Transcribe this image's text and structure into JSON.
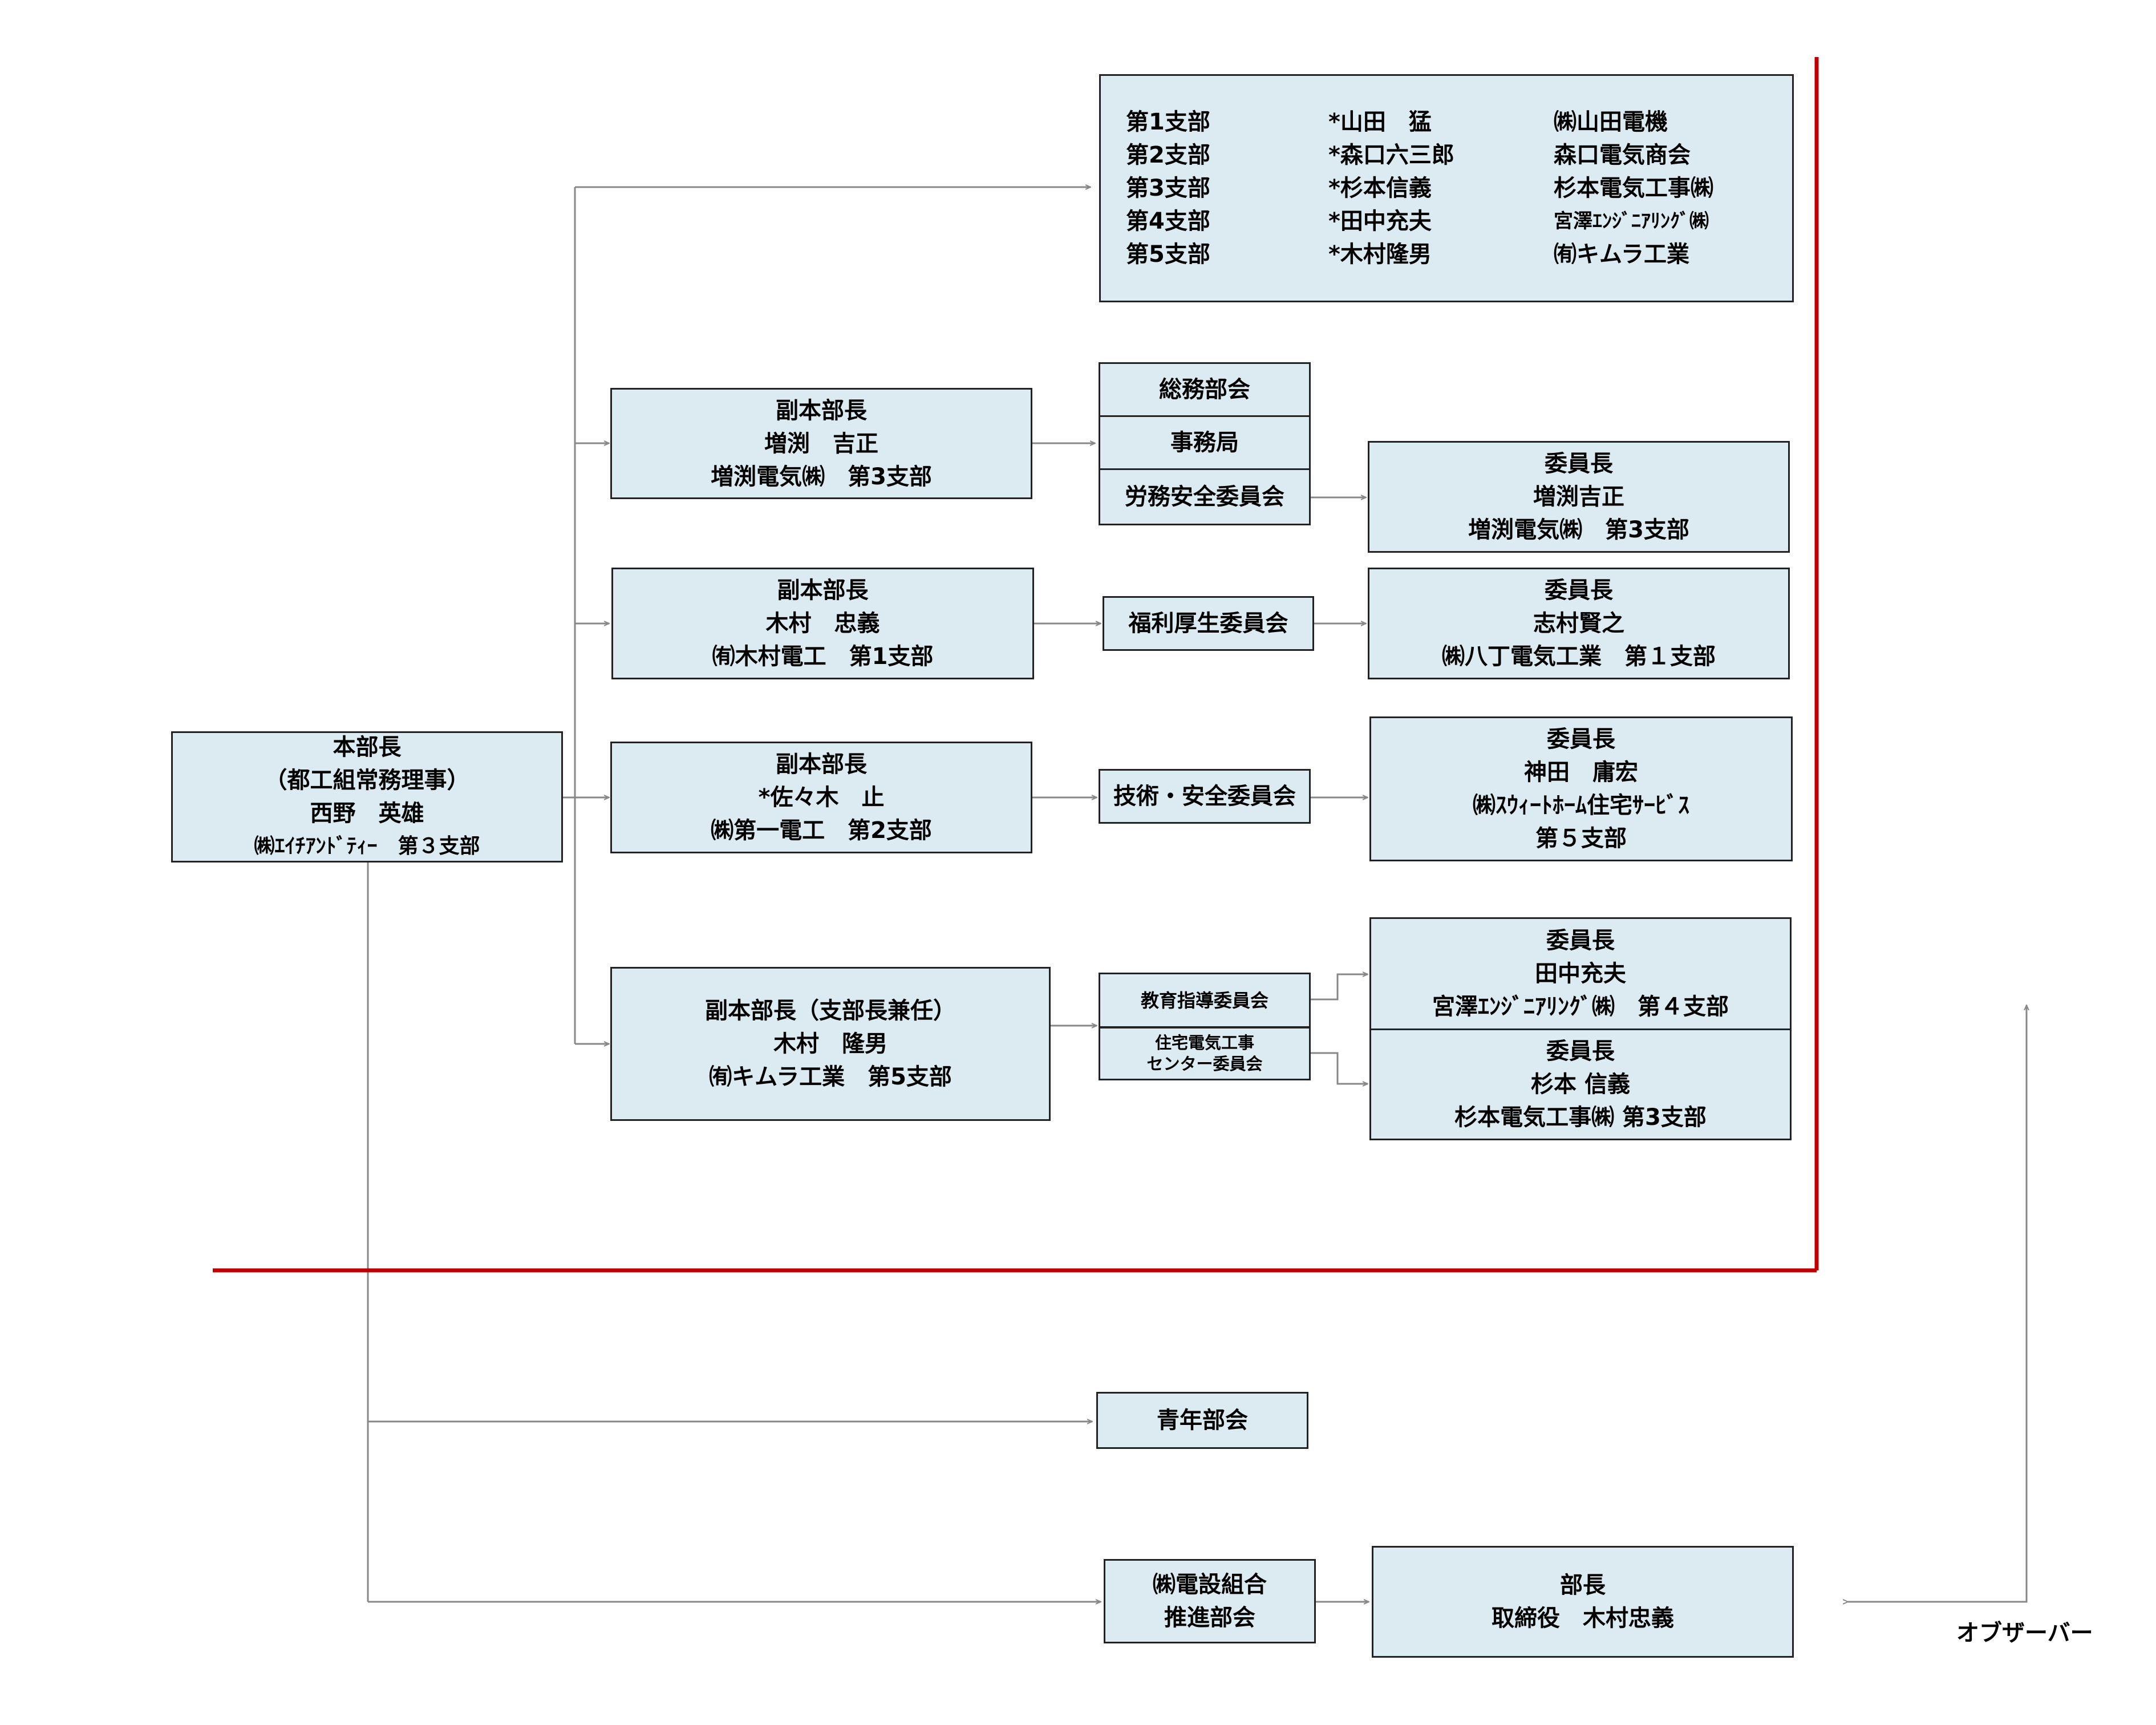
{
  "colors": {
    "box_fill": "#dcebf2",
    "box_border": "#222222",
    "connector": "#888888",
    "boundary": "#c00000"
  },
  "branches": {
    "rows": [
      {
        "branch": "第1支部",
        "leader": "*山田　猛",
        "company": "㈱山田電機"
      },
      {
        "branch": "第2支部",
        "leader": "*森口六三郎",
        "company": "森口電気商会"
      },
      {
        "branch": "第3支部",
        "leader": "*杉本信義",
        "company": "杉本電気工事㈱"
      },
      {
        "branch": "第4支部",
        "leader": "*田中充夫",
        "company": "宮澤ｴﾝｼﾞﾆｱﾘﾝｸﾞ㈱"
      },
      {
        "branch": "第5支部",
        "leader": "*木村隆男",
        "company": "㈲キムラ工業"
      }
    ]
  },
  "head": {
    "lines": [
      "本部長",
      "（都工組常務理事）",
      "西野　英雄",
      "㈱ｴｲﾁｱﾝﾄﾞﾃｨｰ　第３支部"
    ]
  },
  "vice_heads": [
    {
      "lines": [
        "副本部長",
        "増渕　吉正",
        "増渕電気㈱　第3支部"
      ]
    },
    {
      "lines": [
        "副本部長",
        "木村　忠義",
        "㈲木村電工　第1支部"
      ]
    },
    {
      "lines": [
        "副本部長",
        "*佐々木　止",
        "㈱第一電工　第2支部"
      ]
    },
    {
      "lines": [
        "副本部長（支部長兼任）",
        "木村　隆男",
        "㈲キムラ工業　第5支部"
      ]
    }
  ],
  "committees": {
    "somu": "総務部会",
    "jimukyoku": "事務局",
    "romu": "労務安全委員会",
    "fukuri": "福利厚生委員会",
    "gijutsu": "技術・安全委員会",
    "kyoiku": "教育指導委員会",
    "jutaku": [
      "住宅電気工事",
      "センター委員会"
    ]
  },
  "chairs": [
    {
      "lines": [
        "委員長",
        "増渕吉正",
        "増渕電気㈱　第3支部"
      ]
    },
    {
      "lines": [
        "委員長",
        "志村賢之",
        "㈱八丁電気工業　第１支部"
      ]
    },
    {
      "lines": [
        "委員長",
        "神田　庸宏",
        "㈱ｽｳｨｰﾄﾎｰﾑ住宅ｻｰﾋﾞｽ",
        "第５支部"
      ]
    },
    {
      "lines": [
        "委員長",
        "田中充夫",
        "宮澤ｴﾝｼﾞﾆｱﾘﾝｸﾞ㈱　第４支部"
      ]
    },
    {
      "lines": [
        "委員長",
        "杉本 信義",
        "杉本電気工事㈱ 第3支部"
      ]
    }
  ],
  "youth": "青年部会",
  "densetsu": [
    "㈱電設組合",
    "推進部会"
  ],
  "densetsu_head": [
    "部長",
    "取締役　木村忠義"
  ],
  "observer": "オブザーバー"
}
